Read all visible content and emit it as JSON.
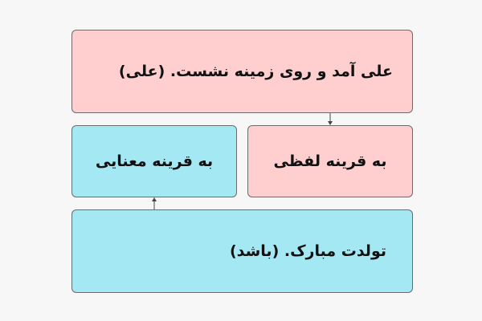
{
  "boxes": {
    "top": {
      "text": "علی آمد و روی زمینه نشست.  (علی)",
      "color": "#ffcfcf"
    },
    "mid_right": {
      "text": "به قرینه لفظی",
      "color": "#ffcfcf"
    },
    "mid_left": {
      "text": "به قرینه معنایی",
      "color": "#a4e8f3"
    },
    "bottom": {
      "text": "تولدت مبارک. (باشد)",
      "color": "#a4e8f3"
    }
  }
}
